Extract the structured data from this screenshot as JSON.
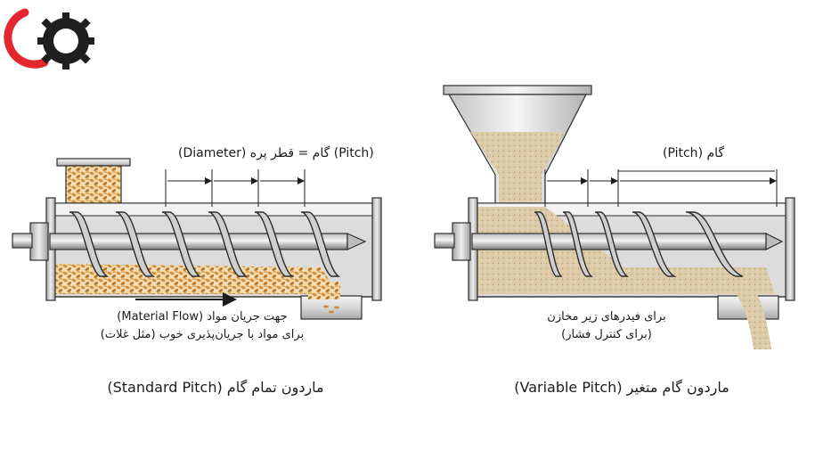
{
  "logo": {
    "name": "brand-logo",
    "primary_color": "#e3262f",
    "secondary_color": "#1f1f1f"
  },
  "left_diagram": {
    "pitch_label": "(Pitch) گام  =  قطر پره  (Diameter)",
    "flow_label_1": "جهت جریان مواد (Material Flow)",
    "flow_label_2": "برای مواد با جریان‌پذیری خوب (مثل غلات)",
    "caption": "ماردون تمام گام (Standard Pitch)"
  },
  "right_diagram": {
    "pitch_label": "گام (Pitch)",
    "note_1": "برای فیدرهای زیر مخازن",
    "note_2": "(برای کنترل فشار)",
    "caption": "ماردون گام متغیر (Variable Pitch)"
  },
  "colors": {
    "metal_light": "#e4e4e4",
    "metal_dark": "#8a8a8a",
    "grain": "#d59a43",
    "powder": "#d8c4a2",
    "outline": "#2e2e2e"
  }
}
